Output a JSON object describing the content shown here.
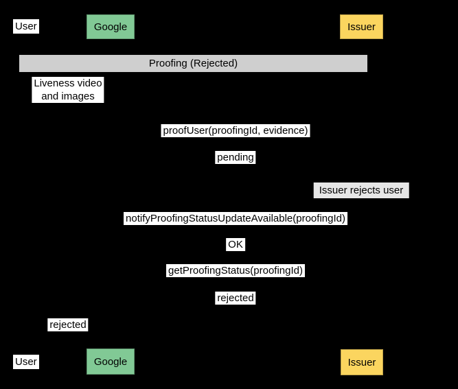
{
  "colors": {
    "background": "#000000",
    "text": "#000000",
    "label_fill": "#ffffff",
    "fragment_fill": "#cfcfcf",
    "note_fill": "#e6e6e6",
    "actor_google_fill": "#81c995",
    "actor_issuer_fill": "#fbd55f"
  },
  "actors": {
    "user": {
      "label": "User"
    },
    "google": {
      "label": "Google"
    },
    "issuer": {
      "label": "Issuer"
    }
  },
  "fragment": {
    "label": "Proofing (Rejected)"
  },
  "messages": [
    {
      "text": "Liveness video\nand images"
    },
    {
      "text": "proofUser(proofingId, evidence)"
    },
    {
      "text": "pending"
    },
    {
      "text": "notifyProofingStatusUpdateAvailable(proofingId)"
    },
    {
      "text": "OK"
    },
    {
      "text": "getProofingStatus(proofingId)"
    },
    {
      "text": "rejected"
    },
    {
      "text": "rejected"
    }
  ],
  "note": {
    "text": "Issuer rejects user"
  }
}
